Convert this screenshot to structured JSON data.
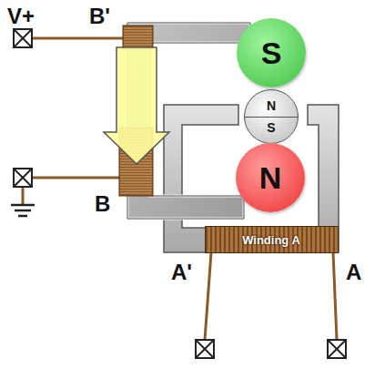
{
  "diagram": {
    "nodes": [
      {
        "text": [
          "S"
        ]
      },
      {
        "text": [
          "N",
          "S"
        ]
      },
      {
        "text": [
          "N"
        ]
      },
      {
        "text": [
          "Winding A"
        ]
      }
    ],
    "labels": [
      "V+",
      "B'",
      "B",
      "A'",
      "A"
    ]
  }
}
